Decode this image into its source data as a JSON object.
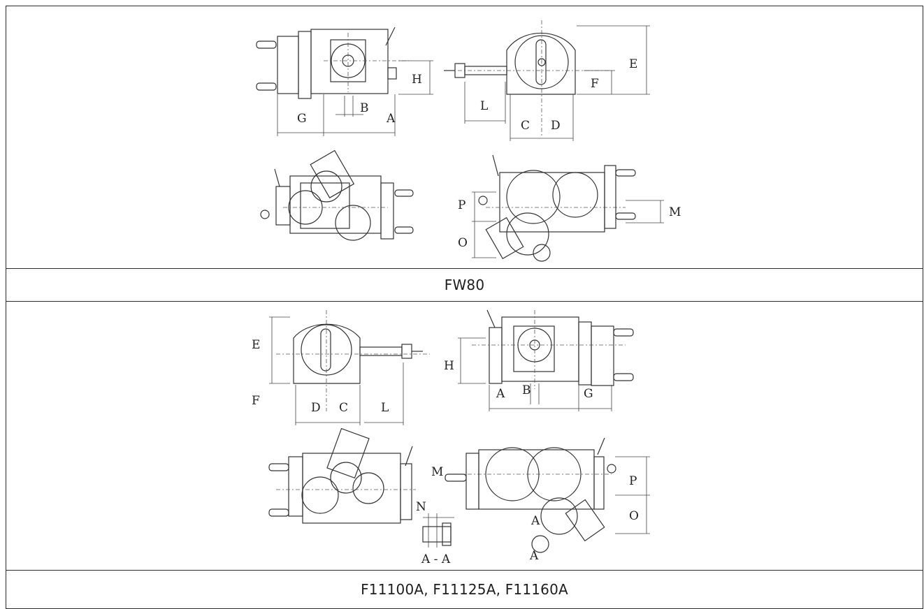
{
  "rows": [
    {
      "caption": "FW80",
      "labels": {
        "H": "H",
        "G": "G",
        "B": "B",
        "A": "A",
        "E": "E",
        "F": "F",
        "L": "L",
        "C": "C",
        "D": "D",
        "P": "P",
        "O": "O",
        "M": "M"
      }
    },
    {
      "caption": "F11100A, F11125A, F11160A",
      "labels": {
        "E": "E",
        "F": "F",
        "D": "D",
        "C": "C",
        "L": "L",
        "H": "H",
        "A": "A",
        "B": "B",
        "G": "G",
        "M": "M",
        "N": "N",
        "section": "A - A",
        "sectionA": "A",
        "P": "P",
        "O": "O"
      }
    }
  ]
}
